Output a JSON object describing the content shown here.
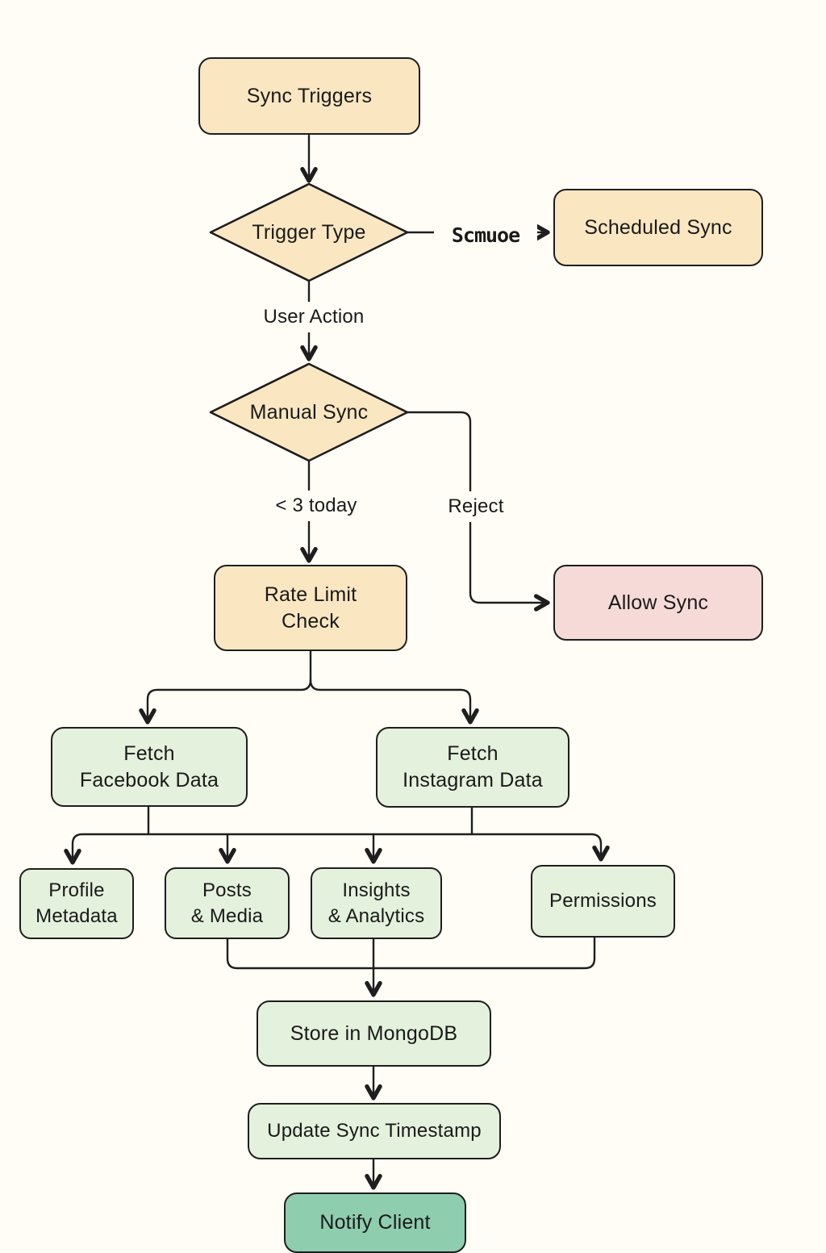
{
  "diagram": {
    "title": "Sync flow diagram",
    "colors": {
      "background": "#FFFDF6",
      "process_fill": "#FAE7C1",
      "decision_fill": "#FAE7C1",
      "data_fill": "#E4F1DC",
      "reject_fill": "#F6DAD8",
      "terminal_fill": "#8FCDAF",
      "stroke": "#1E1E1E",
      "text": "#1A1A1A"
    },
    "nodes": {
      "sync_triggers": {
        "label": "Sync Triggers",
        "shape": "rect",
        "fill": "#FAE7C1"
      },
      "trigger_type": {
        "label": "Trigger Type",
        "shape": "diamond",
        "fill": "#FAE7C1"
      },
      "scheduled_sync": {
        "label": "Scheduled Sync",
        "shape": "rect",
        "fill": "#FAE7C1"
      },
      "manual_sync": {
        "label": "Manual Sync",
        "shape": "diamond",
        "fill": "#FAE7C1"
      },
      "rate_limit_check": {
        "label": "Rate Limit\nCheck",
        "shape": "rect",
        "fill": "#FAE7C1"
      },
      "allow_sync": {
        "label": "Allow Sync",
        "shape": "rect",
        "fill": "#F6DAD8"
      },
      "fetch_facebook": {
        "label": "Fetch\nFacebook Data",
        "shape": "rect",
        "fill": "#E4F1DC"
      },
      "fetch_instagram": {
        "label": "Fetch\nInstagram Data",
        "shape": "rect",
        "fill": "#E4F1DC"
      },
      "profile_metadata": {
        "label": "Profile\nMetadata",
        "shape": "rect",
        "fill": "#E4F1DC"
      },
      "posts_media": {
        "label": "Posts\n& Media",
        "shape": "rect",
        "fill": "#E4F1DC"
      },
      "insights_analytics": {
        "label": "Insights\n& Analytics",
        "shape": "rect",
        "fill": "#E4F1DC"
      },
      "permissions": {
        "label": "Permissions",
        "shape": "rect",
        "fill": "#E4F1DC"
      },
      "store_mongodb": {
        "label": "Store in MongoDB",
        "shape": "rect",
        "fill": "#E4F1DC"
      },
      "update_timestamp": {
        "label": "Update Sync Timestamp",
        "shape": "rect",
        "fill": "#E4F1DC"
      },
      "notify_client": {
        "label": "Notify Client",
        "shape": "rect",
        "fill": "#8FCDAF"
      }
    },
    "edge_labels": {
      "schedule": "Scmuoe",
      "user_action": "User Action",
      "under_three": "< 3 today",
      "reject": "Reject"
    }
  }
}
